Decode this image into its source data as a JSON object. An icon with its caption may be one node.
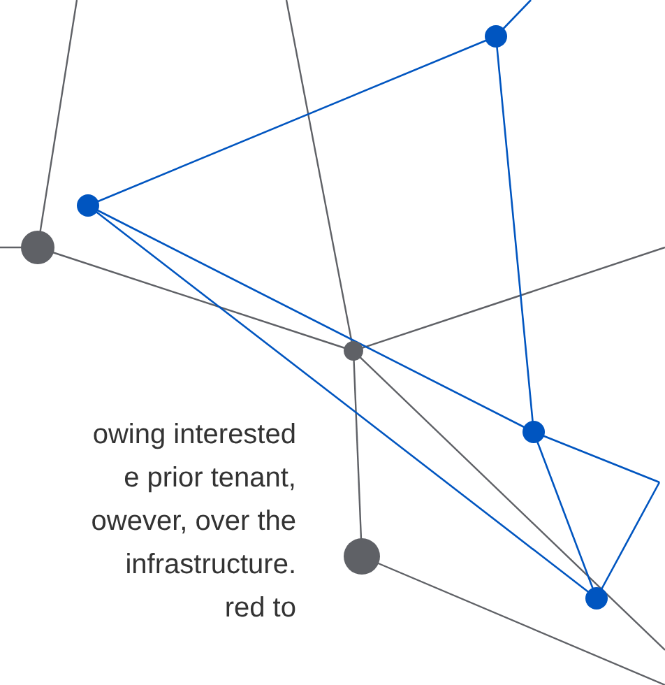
{
  "diagram": {
    "labels": [
      "owing interested",
      "e prior tenant,",
      "owever, over the",
      "infrastructure.",
      "red to"
    ]
  }
}
